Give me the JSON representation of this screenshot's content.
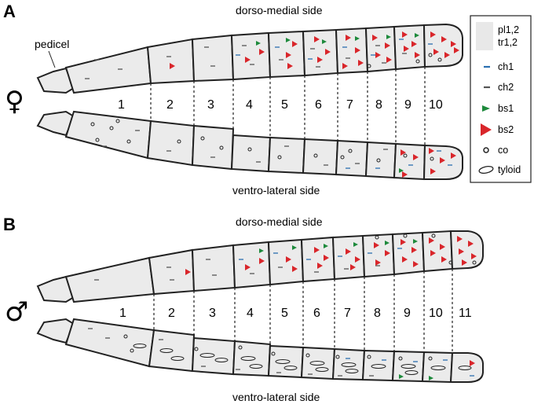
{
  "panels": [
    {
      "letter": "A",
      "sex_symbol": "♀",
      "top_label": "dorso-medial side",
      "bottom_label": "ventro-lateral side",
      "pedicel_label": "pedicel",
      "segments": [
        "1",
        "2",
        "3",
        "4",
        "5",
        "6",
        "7",
        "8",
        "9",
        "10"
      ]
    },
    {
      "letter": "B",
      "sex_symbol": "♂",
      "top_label": "dorso-medial side",
      "bottom_label": "ventro-lateral side",
      "segments": [
        "1",
        "2",
        "3",
        "4",
        "5",
        "6",
        "7",
        "8",
        "9",
        "10",
        "11"
      ]
    }
  ],
  "legend": {
    "items": [
      {
        "label": "pl1,2\ntr1,2",
        "line1": "pl1,2",
        "line2": "tr1,2",
        "icon": "grey-box"
      },
      {
        "label": "ch1",
        "icon": "blue-dash",
        "color": "#2a6fb0"
      },
      {
        "label": "ch2",
        "icon": "grey-dash",
        "color": "#555555"
      },
      {
        "label": "bs1",
        "icon": "green-triangle",
        "color": "#1e8a3c"
      },
      {
        "label": "bs2",
        "icon": "red-triangle",
        "color": "#d9262b"
      },
      {
        "label": "co",
        "icon": "open-circle"
      },
      {
        "label": "tyloid",
        "icon": "open-ellipse"
      }
    ]
  },
  "colors": {
    "segment_fill": "#ebebeb",
    "outline": "#222222",
    "ch1": "#2a6fb0",
    "ch2": "#555555",
    "bs1": "#1e8a3c",
    "bs2": "#d9262b"
  }
}
